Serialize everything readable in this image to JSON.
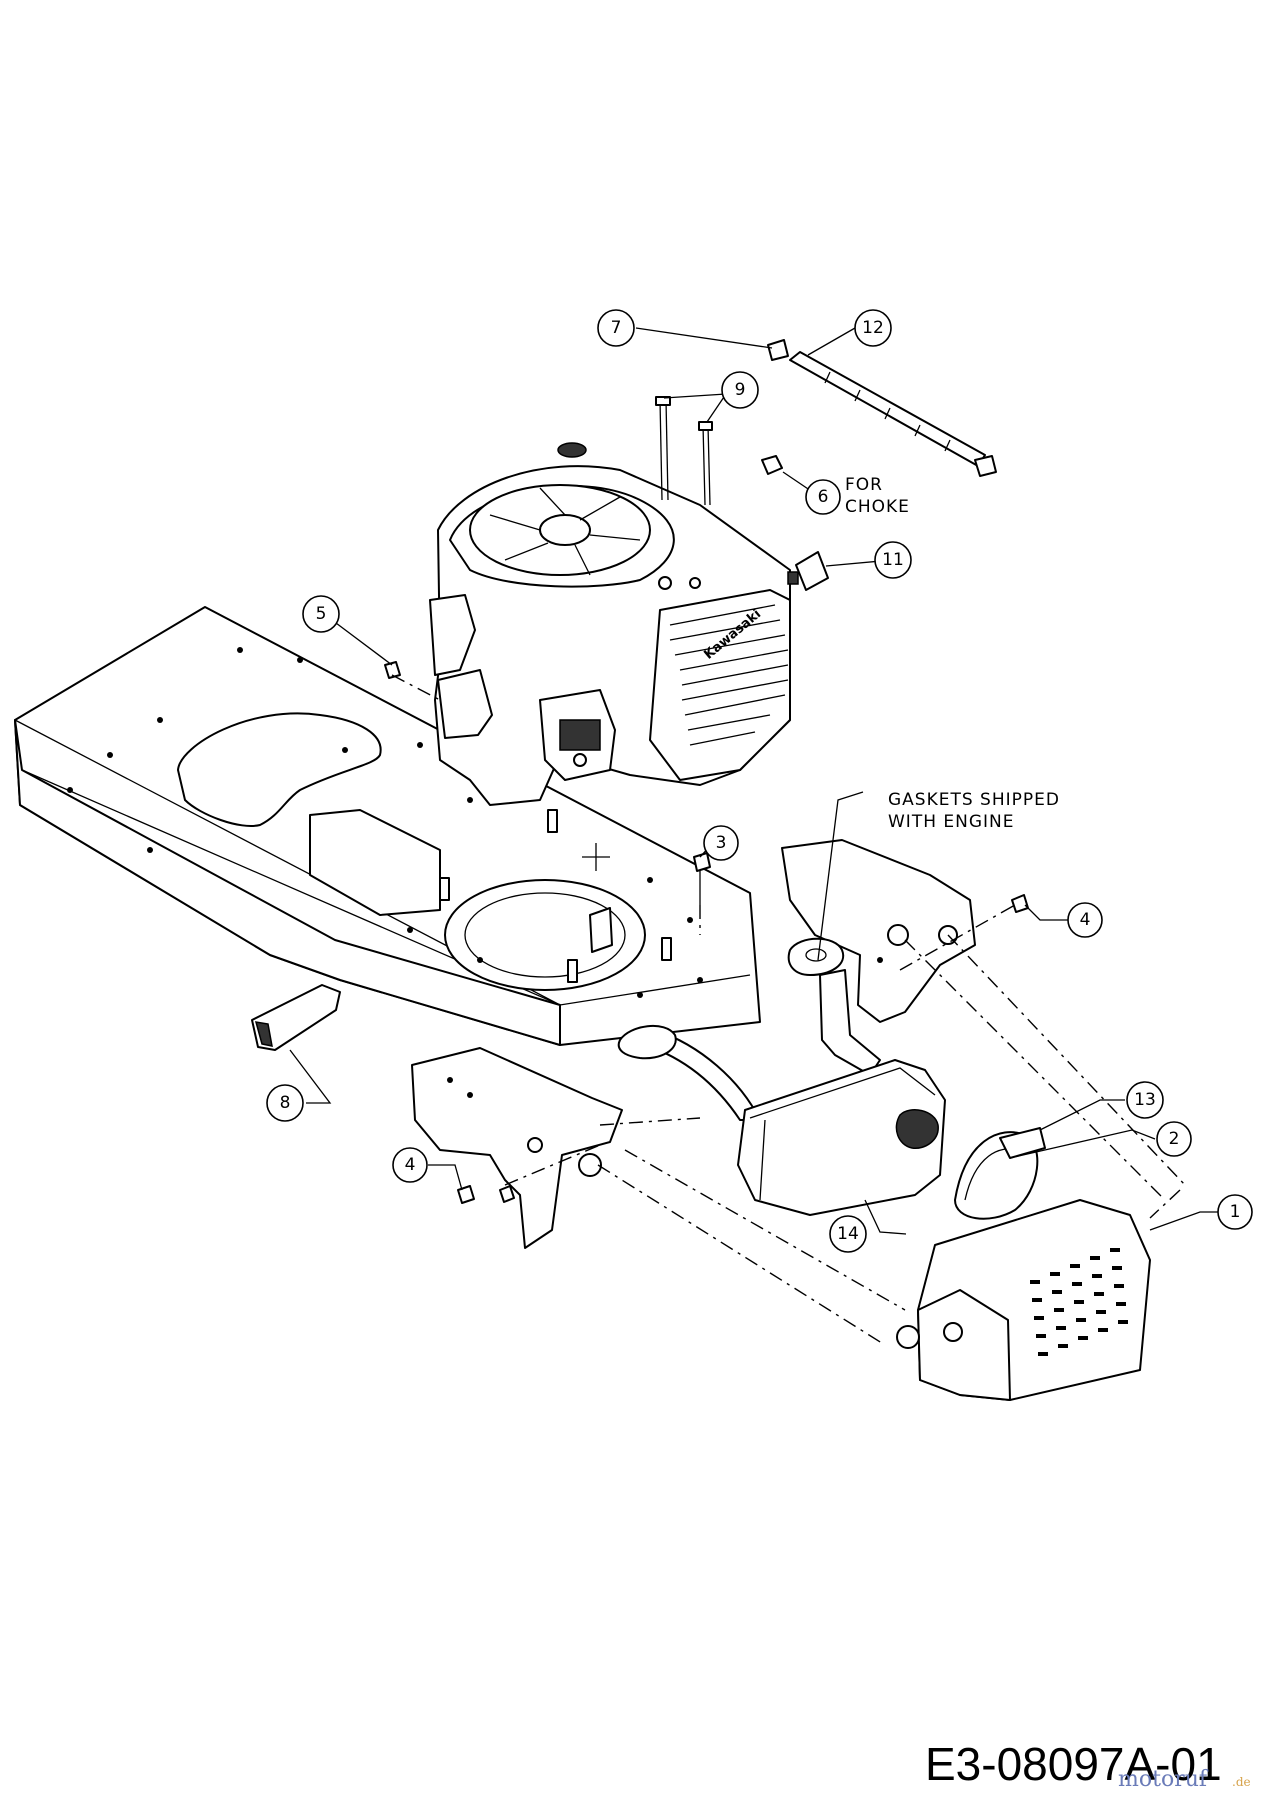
{
  "drawing_code": "E3-08097A-01",
  "watermark": {
    "main": "motoruf",
    "suffix": ".de"
  },
  "engine_brand": "Kawasaki",
  "notes": {
    "choke_line1": "FOR",
    "choke_line2": "CHOKE",
    "gaskets_line1": "GASKETS SHIPPED",
    "gaskets_line2": "WITH ENGINE"
  },
  "callouts": [
    "1",
    "2",
    "3",
    "4",
    "4",
    "5",
    "6",
    "7",
    "8",
    "9",
    "11",
    "12",
    "13",
    "14"
  ],
  "colors": {
    "ink": "#000000",
    "paper": "#ffffff",
    "watermark_main": "#6a7bb8",
    "watermark_accent": "#d6a24a"
  }
}
